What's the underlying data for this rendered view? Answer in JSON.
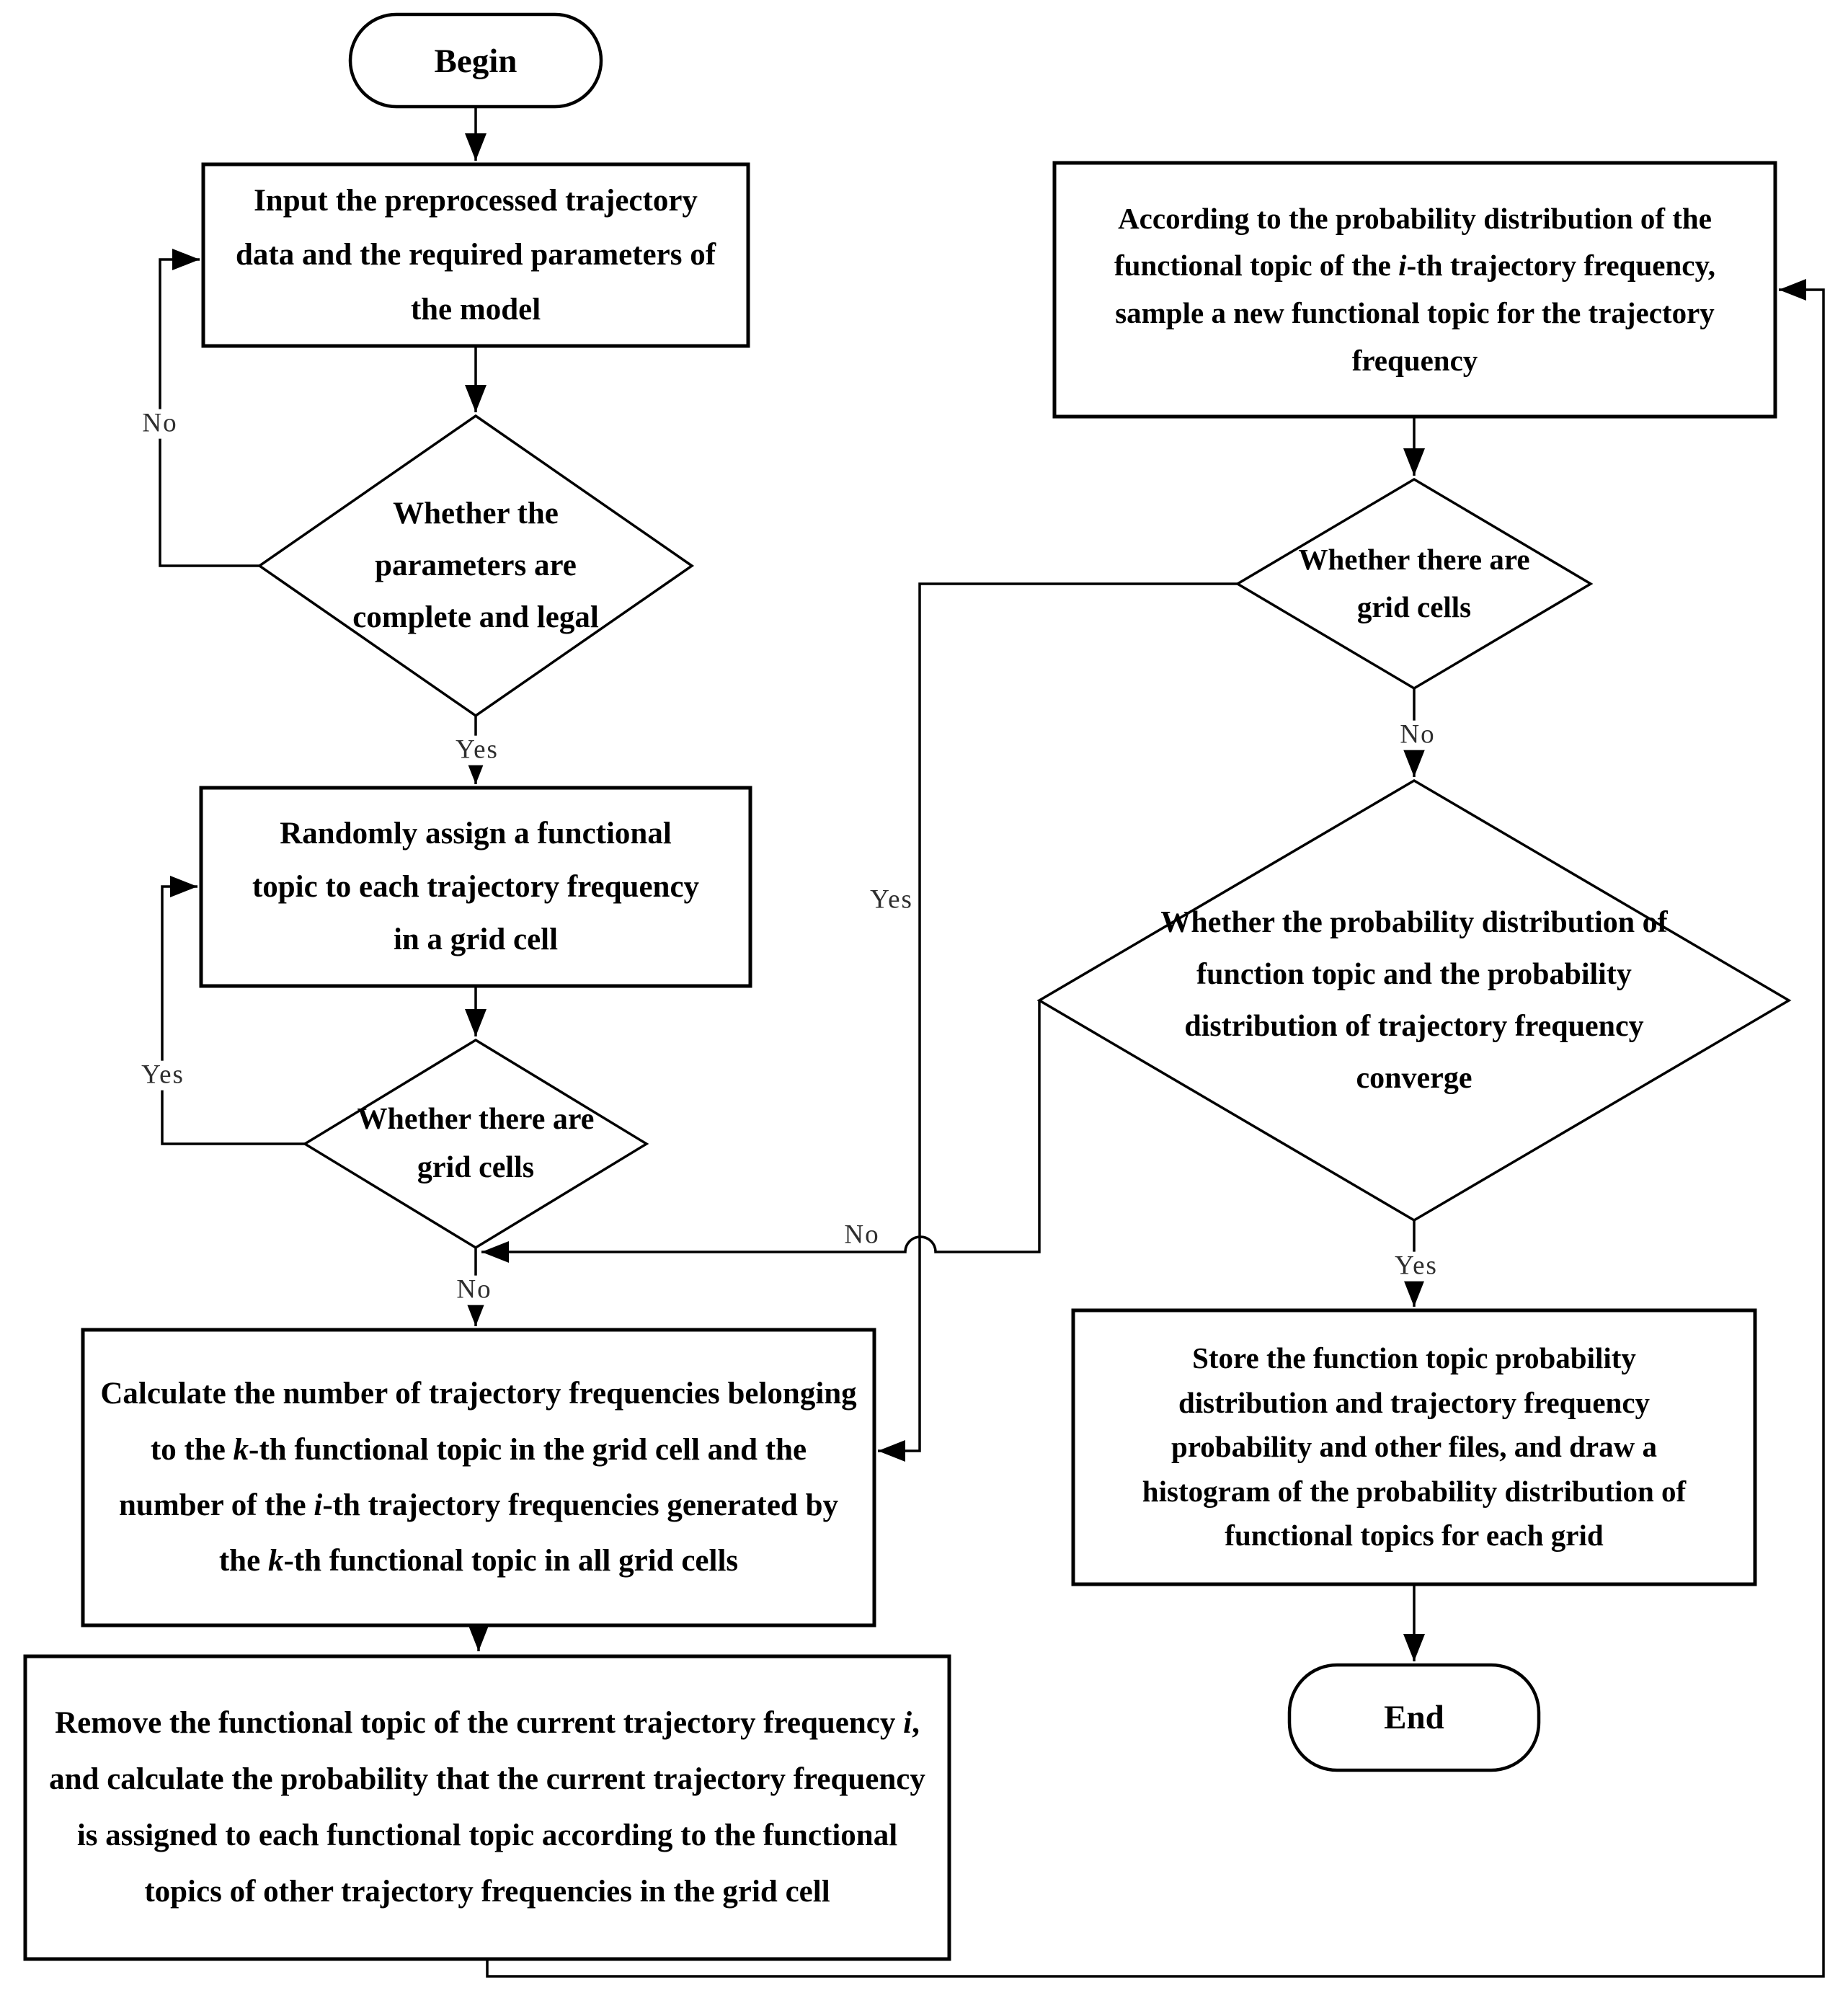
{
  "flowchart": {
    "type": "flowchart",
    "background_color": "#ffffff",
    "stroke_color": "#000000",
    "text_color": "#000000",
    "nodes": {
      "begin": {
        "shape": "terminator",
        "label": "Begin"
      },
      "input_data": {
        "shape": "process",
        "label": "Input the preprocessed trajectory data and the required parameters of the model"
      },
      "params_check": {
        "shape": "decision",
        "label": "Whether the parameters are complete and legal"
      },
      "random_assign": {
        "shape": "process",
        "label": "Randomly assign a functional topic to each trajectory frequency in a grid cell"
      },
      "grid_cells_left": {
        "shape": "decision",
        "label": "Whether there are grid cells"
      },
      "calculate": {
        "shape": "process",
        "parts": {
          "p0": "Calculate the number of trajectory frequencies belonging to the ",
          "v0": "k",
          "p1": "-th functional topic in the grid cell and the number of the ",
          "v1": "i",
          "p2": "-th trajectory frequencies generated by the ",
          "v2": "k",
          "p3": "-th functional topic in all grid cells"
        }
      },
      "remove": {
        "shape": "process",
        "parts": {
          "p0": "Remove the functional topic of the current trajectory frequency ",
          "v0": "i",
          "p1": ", and calculate the probability that the current trajectory frequency is assigned to each functional topic according to the functional topics of other trajectory frequencies in the grid cell"
        }
      },
      "sample_new": {
        "shape": "process",
        "parts": {
          "p0": "According to the probability distribution of the functional topic of the ",
          "v0": "i",
          "p1": "-th trajectory frequency, sample a new functional topic for the trajectory frequency"
        }
      },
      "grid_cells_right": {
        "shape": "decision",
        "label": "Whether there are grid cells"
      },
      "converge": {
        "shape": "decision",
        "label": "Whether the probability distribution of function topic and the probability distribution of trajectory frequency converge"
      },
      "store": {
        "shape": "process",
        "label": "Store the function topic probability distribution and trajectory frequency probability and other files, and draw a histogram of the probability distribution of functional topics for each grid"
      },
      "end": {
        "shape": "terminator",
        "label": "End"
      }
    },
    "edge_labels": {
      "params_no": "No",
      "params_yes": "Yes",
      "grid_left_yes": "Yes",
      "grid_left_no": "No",
      "grid_right_yes": "Yes",
      "grid_right_no": "No",
      "converge_no": "No",
      "converge_yes": "Yes"
    }
  }
}
